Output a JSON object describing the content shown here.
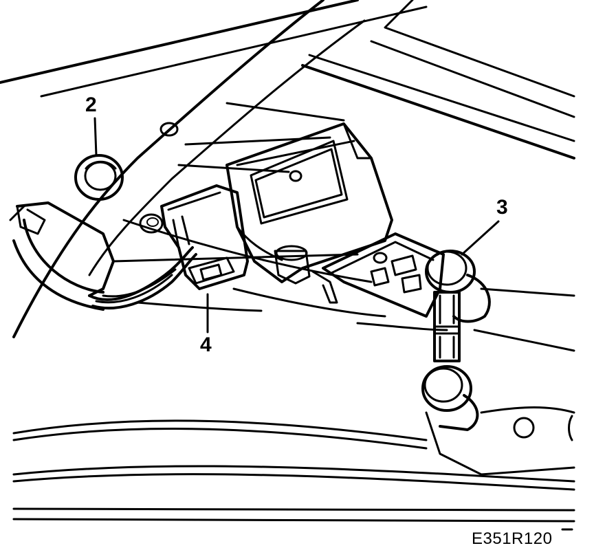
{
  "callouts": {
    "c2": "2",
    "c3": "3",
    "c4": "4"
  },
  "drawing_code": "E351R120",
  "colors": {
    "ink": "#000000",
    "paper": "#ffffff"
  }
}
